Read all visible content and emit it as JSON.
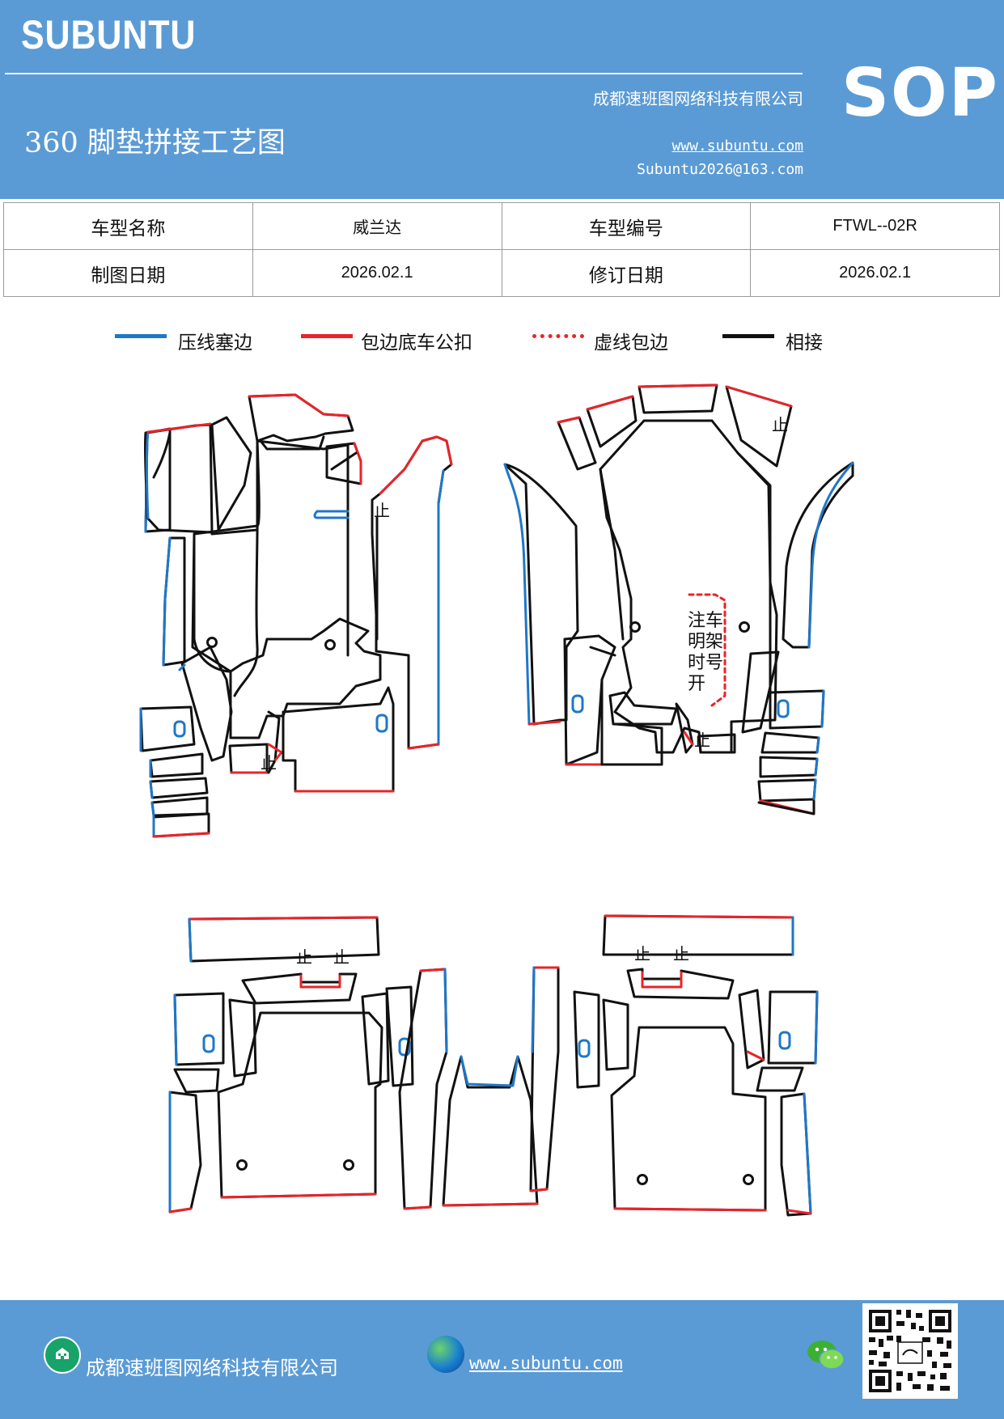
{
  "header": {
    "brand": "SUBUNTU",
    "badge": "SOP",
    "title": "360 脚垫拼接工艺图",
    "company": "成都速班图网络科技有限公司",
    "website": "www.subuntu.com",
    "email": "Subuntu2026@163.com"
  },
  "info": {
    "model_name_label": "车型名称",
    "model_name_value": "威兰达",
    "model_code_label": "车型编号",
    "model_code_value": "FTWL--02R",
    "draw_date_label": "制图日期",
    "draw_date_value": "2026.02.1",
    "revise_date_label": "修订日期",
    "revise_date_value": "2026.02.1"
  },
  "legend": [
    {
      "label": "压线塞边",
      "color": "#1f77c8",
      "style": "solid"
    },
    {
      "label": "包边底车公扣",
      "color": "#e8242a",
      "style": "solid"
    },
    {
      "label": "虚线包边",
      "color": "#e8242a",
      "style": "dotted"
    },
    {
      "label": "相接",
      "color": "#111111",
      "style": "solid"
    }
  ],
  "drawing": {
    "stop_mark": "止",
    "note_lines": [
      "注车",
      "明架",
      "时号",
      "开"
    ],
    "colors": {
      "press": "#1f77c8",
      "wrap": "#e8242a",
      "join": "#111111"
    }
  },
  "footer": {
    "company": "成都速班图网络科技有限公司",
    "website": "www.subuntu.com",
    "home_icon": "building-icon",
    "globe_icon": "globe-icon",
    "wechat_icon": "wechat-icon"
  }
}
